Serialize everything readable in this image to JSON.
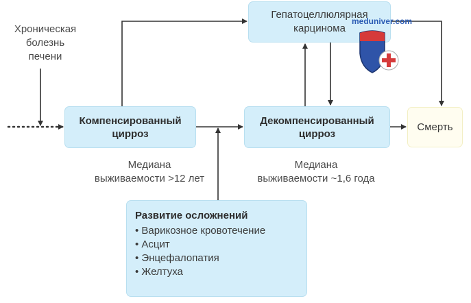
{
  "diagram": {
    "source_label": [
      "Хроническая",
      "болезнь",
      "печени"
    ],
    "nodes": {
      "hcc": [
        "Гепатоцеллюлярная",
        "карцинома"
      ],
      "compensated": [
        "Компенсированный",
        "цирроз"
      ],
      "decompensated": [
        "Декомпенсированный",
        "цирроз"
      ],
      "death": "Смерть"
    },
    "median_compensated": [
      "Медиана",
      "выживаемости >12 лет"
    ],
    "median_decompensated": [
      "Медиана",
      "выживаемости ~1,6 года"
    ],
    "complications": {
      "title": "Развитие осложнений",
      "items": [
        "• Варикозное кровотечение",
        "• Асцит",
        "• Энцефалопатия",
        "• Желтуха"
      ]
    }
  },
  "watermark": {
    "text": "meduniver.com",
    "icon": "shield-medical-cross-icon"
  },
  "colors": {
    "box_fill": "#d4eefa",
    "death_fill": "#fffdf0",
    "arrow": "#333333",
    "watermark_blue": "#2d5db5",
    "watermark_red": "#d63a3a"
  }
}
